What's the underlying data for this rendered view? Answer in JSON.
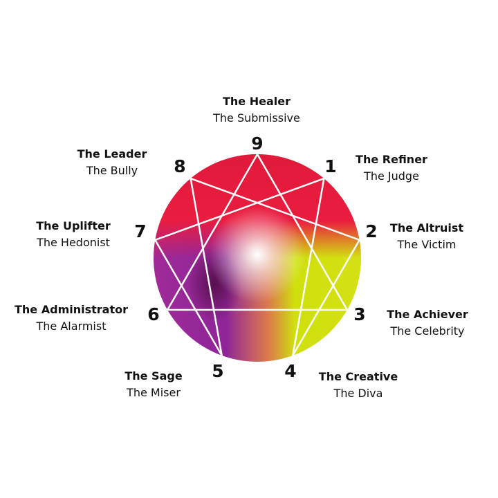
{
  "types": [
    {
      "number": "9",
      "name": "The Healer",
      "shadow": "The Submissive"
    },
    {
      "number": "1",
      "name": "The Refiner",
      "shadow": "The Judge"
    },
    {
      "number": "2",
      "name": "The Altruist",
      "shadow": "The Victim"
    },
    {
      "number": "3",
      "name": "The Achiever",
      "shadow": "The Celebrity"
    },
    {
      "number": "4",
      "name": "The Creative",
      "shadow": "The Diva"
    },
    {
      "number": "5",
      "name": "The Sage",
      "shadow": "The Miser"
    },
    {
      "number": "6",
      "name": "The Administrator",
      "shadow": "The Alarmist"
    },
    {
      "number": "7",
      "name": "The Uplifter",
      "shadow": "The Hedonist"
    },
    {
      "number": "8",
      "name": "The Leader",
      "shadow": "The Bully"
    }
  ],
  "colors": {
    "red": "#e8193c",
    "lime": "#d4e20a",
    "purple": "#8a2a9a",
    "magenta": "#b12ea0",
    "lines": "#ffffff",
    "text": "#111111"
  }
}
